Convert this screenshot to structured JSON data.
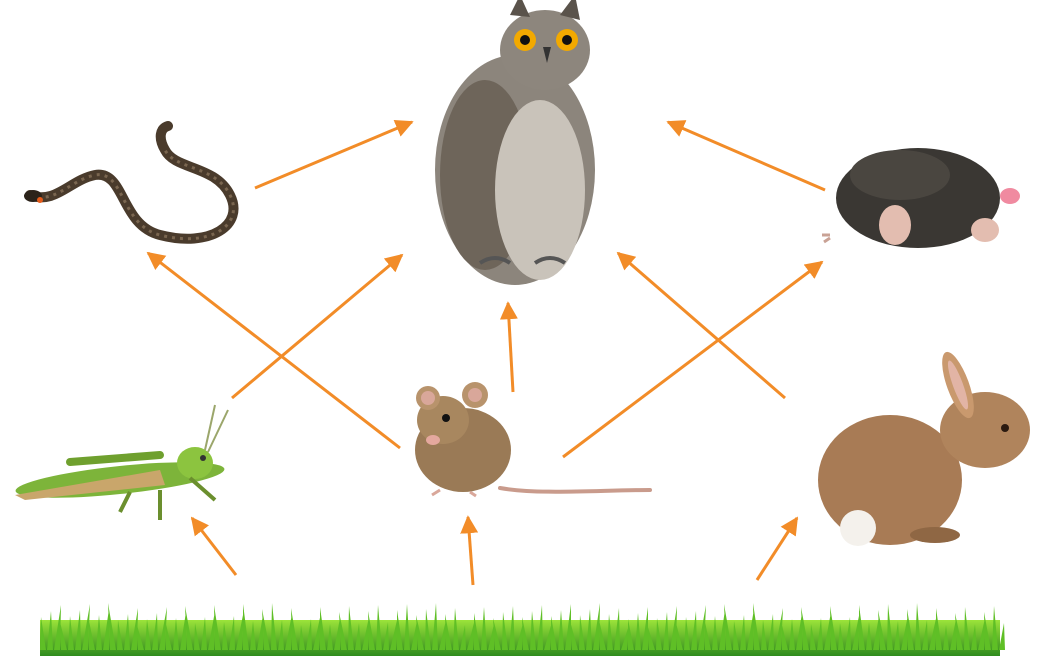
{
  "diagram": {
    "type": "food-web",
    "organisms": [
      {
        "id": "owl",
        "icon": "owl-icon"
      },
      {
        "id": "snake",
        "icon": "snake-icon"
      },
      {
        "id": "mole",
        "icon": "mole-icon"
      },
      {
        "id": "grasshopper",
        "icon": "grasshopper-icon"
      },
      {
        "id": "mouse",
        "icon": "mouse-icon"
      },
      {
        "id": "rabbit",
        "icon": "rabbit-icon"
      },
      {
        "id": "grass",
        "icon": "grass-icon"
      }
    ],
    "links": [
      {
        "from": "snake",
        "to": "owl"
      },
      {
        "from": "mole",
        "to": "owl"
      },
      {
        "from": "grasshopper",
        "to": "owl"
      },
      {
        "from": "mouse",
        "to": "owl"
      },
      {
        "from": "rabbit",
        "to": "owl"
      },
      {
        "from": "mouse",
        "to": "snake"
      },
      {
        "from": "mouse",
        "to": "mole"
      },
      {
        "from": "grass",
        "to": "grasshopper"
      },
      {
        "from": "grass",
        "to": "mouse"
      },
      {
        "from": "grass",
        "to": "rabbit"
      }
    ],
    "colors": {
      "arrow": "#F28C28",
      "grass_light": "#7ED321",
      "grass_dark": "#2E8B1E",
      "owl": "#8C857C",
      "snake": "#4A3B2C",
      "mole": "#3A3733",
      "grasshopper": "#7DB43A",
      "mouse": "#9A7A56",
      "rabbit": "#A87B55"
    }
  }
}
